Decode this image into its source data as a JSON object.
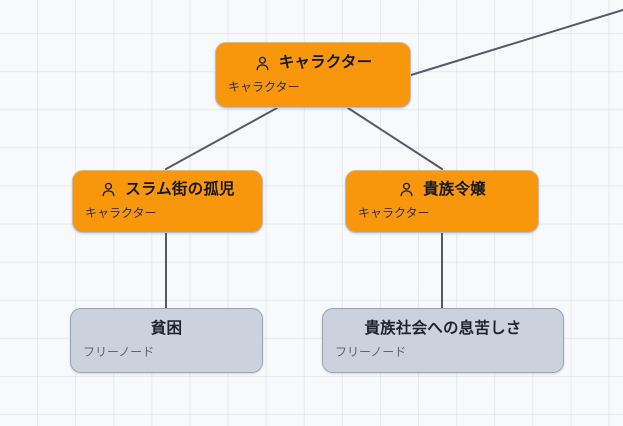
{
  "canvas": {
    "background_color": "#f8f9fb",
    "grid_color": "#cbd2de",
    "grid_spacing": 38
  },
  "palette": {
    "character_node_fill": "#F8970C",
    "character_node_border": "#b6bdcc",
    "free_node_fill": "#ccd2dd",
    "free_node_border": "#9aa3b5",
    "edge_color": "#555b63",
    "title_color": "#16181d",
    "subtitle_color": "#2f3033"
  },
  "graph": {
    "nodes": [
      {
        "id": "root",
        "title": "キャラクター",
        "subtitle": "キャラクター",
        "type": "character",
        "icon": "person-icon"
      },
      {
        "id": "orphan",
        "title": "スラム街の孤児",
        "subtitle": "キャラクター",
        "type": "character",
        "icon": "person-icon"
      },
      {
        "id": "noble",
        "title": "貴族令嬢",
        "subtitle": "キャラクター",
        "type": "character",
        "icon": "person-icon"
      },
      {
        "id": "poverty",
        "title": "貧困",
        "subtitle": "フリーノード",
        "type": "free"
      },
      {
        "id": "suffocation",
        "title": "貴族社会への息苦しさ",
        "subtitle": "フリーノード",
        "type": "free"
      }
    ],
    "edges": [
      {
        "id": "root-offscreen",
        "from": "root",
        "to": "offscreen-top-right"
      },
      {
        "id": "root-orphan",
        "from": "root",
        "to": "orphan"
      },
      {
        "id": "root-noble",
        "from": "root",
        "to": "noble"
      },
      {
        "id": "orphan-poverty",
        "from": "orphan",
        "to": "poverty"
      },
      {
        "id": "noble-suffocation",
        "from": "noble",
        "to": "suffocation"
      }
    ]
  }
}
